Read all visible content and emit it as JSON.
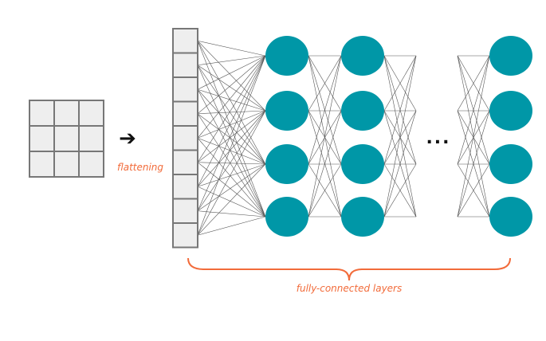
{
  "labels": {
    "flattening": "flattening",
    "fully_connected": "fully-connected layers",
    "ellipsis": "...",
    "arrow": "➔"
  },
  "structure": {
    "input_grid_rows": 3,
    "input_grid_cols": 3,
    "flattened_cells": 9,
    "node_columns": 3,
    "nodes_per_column": 4,
    "icons": [
      "arrow-right-icon",
      "ellipsis-icon",
      "curly-brace-icon"
    ]
  },
  "colors": {
    "grid_fill": "#eeeeee",
    "grid_stroke": "#777777",
    "node_fill": "#0097a7",
    "line": "#555555",
    "accent": "#f26b3a",
    "text": "#111111"
  }
}
